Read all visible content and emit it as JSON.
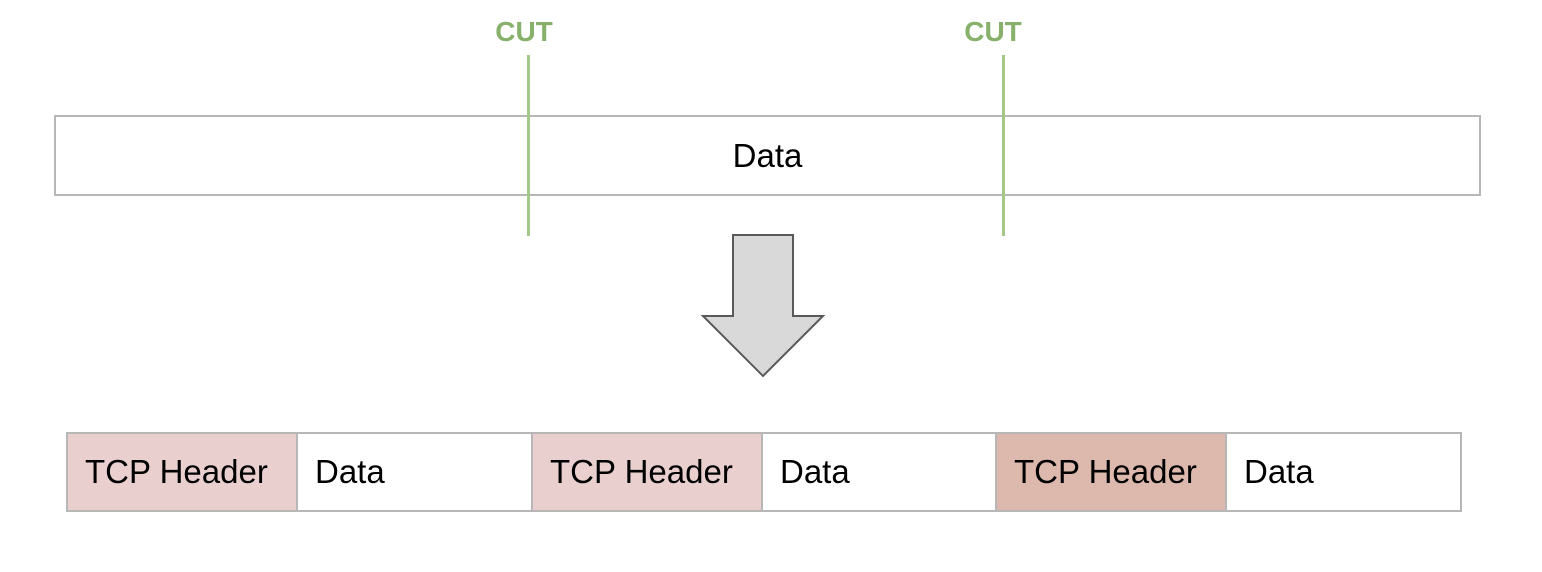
{
  "cuts": [
    {
      "label": "CUT"
    },
    {
      "label": "CUT"
    }
  ],
  "source": {
    "label": "Data"
  },
  "segments": [
    {
      "header_label": "TCP Header",
      "data_label": "Data",
      "header_color": "#eacfcf"
    },
    {
      "header_label": "TCP Header",
      "data_label": "Data",
      "header_color": "#eacfcf"
    },
    {
      "header_label": "TCP Header",
      "data_label": "Data",
      "header_color": "#ddb8ad"
    }
  ],
  "colors": {
    "cut": "#87b06b",
    "border": "#b7b7b7",
    "arrow_fill": "#d9d9d9",
    "arrow_stroke": "#595959"
  }
}
